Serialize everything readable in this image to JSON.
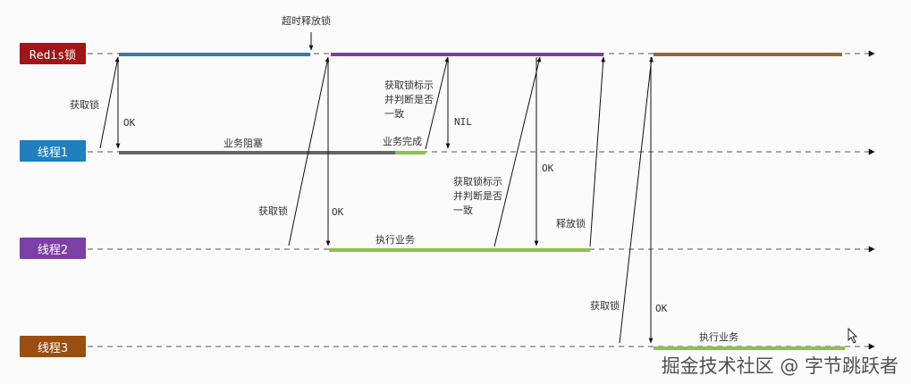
{
  "lanes": {
    "redis": "Redis锁",
    "t1": "线程1",
    "t2": "线程2",
    "t3": "线程3"
  },
  "colors": {
    "redis": "#a31515",
    "thread1": "#1f7fbf",
    "thread2": "#7b3fa5",
    "thread3": "#9a4e10",
    "hold_t1": "#2f7fb0",
    "hold_t2": "#7a3fa0",
    "hold_t3": "#9a6630",
    "work": "#8bc34a",
    "blocked": "#666666"
  },
  "labels": {
    "timeout_release": "超时释放锁",
    "t1_acquire": "获取锁",
    "t1_ok": "OK",
    "t1_blocked": "业务阻塞",
    "t1_done": "业务完成",
    "t1_check": [
      "获取锁标示",
      "并判断是否",
      "一致"
    ],
    "t1_nil": "NIL",
    "t2_acquire": "获取锁",
    "t2_ok": "OK",
    "t2_exec": "执行业务",
    "t2_check": [
      "获取锁标示",
      "并判断是否",
      "一致"
    ],
    "t2_ok2": "OK",
    "t2_release": "释放锁",
    "t3_acquire": "获取锁",
    "t3_ok": "OK",
    "t3_exec": "执行业务"
  },
  "watermark": "掘金技术社区 @ 字节跳跃者"
}
